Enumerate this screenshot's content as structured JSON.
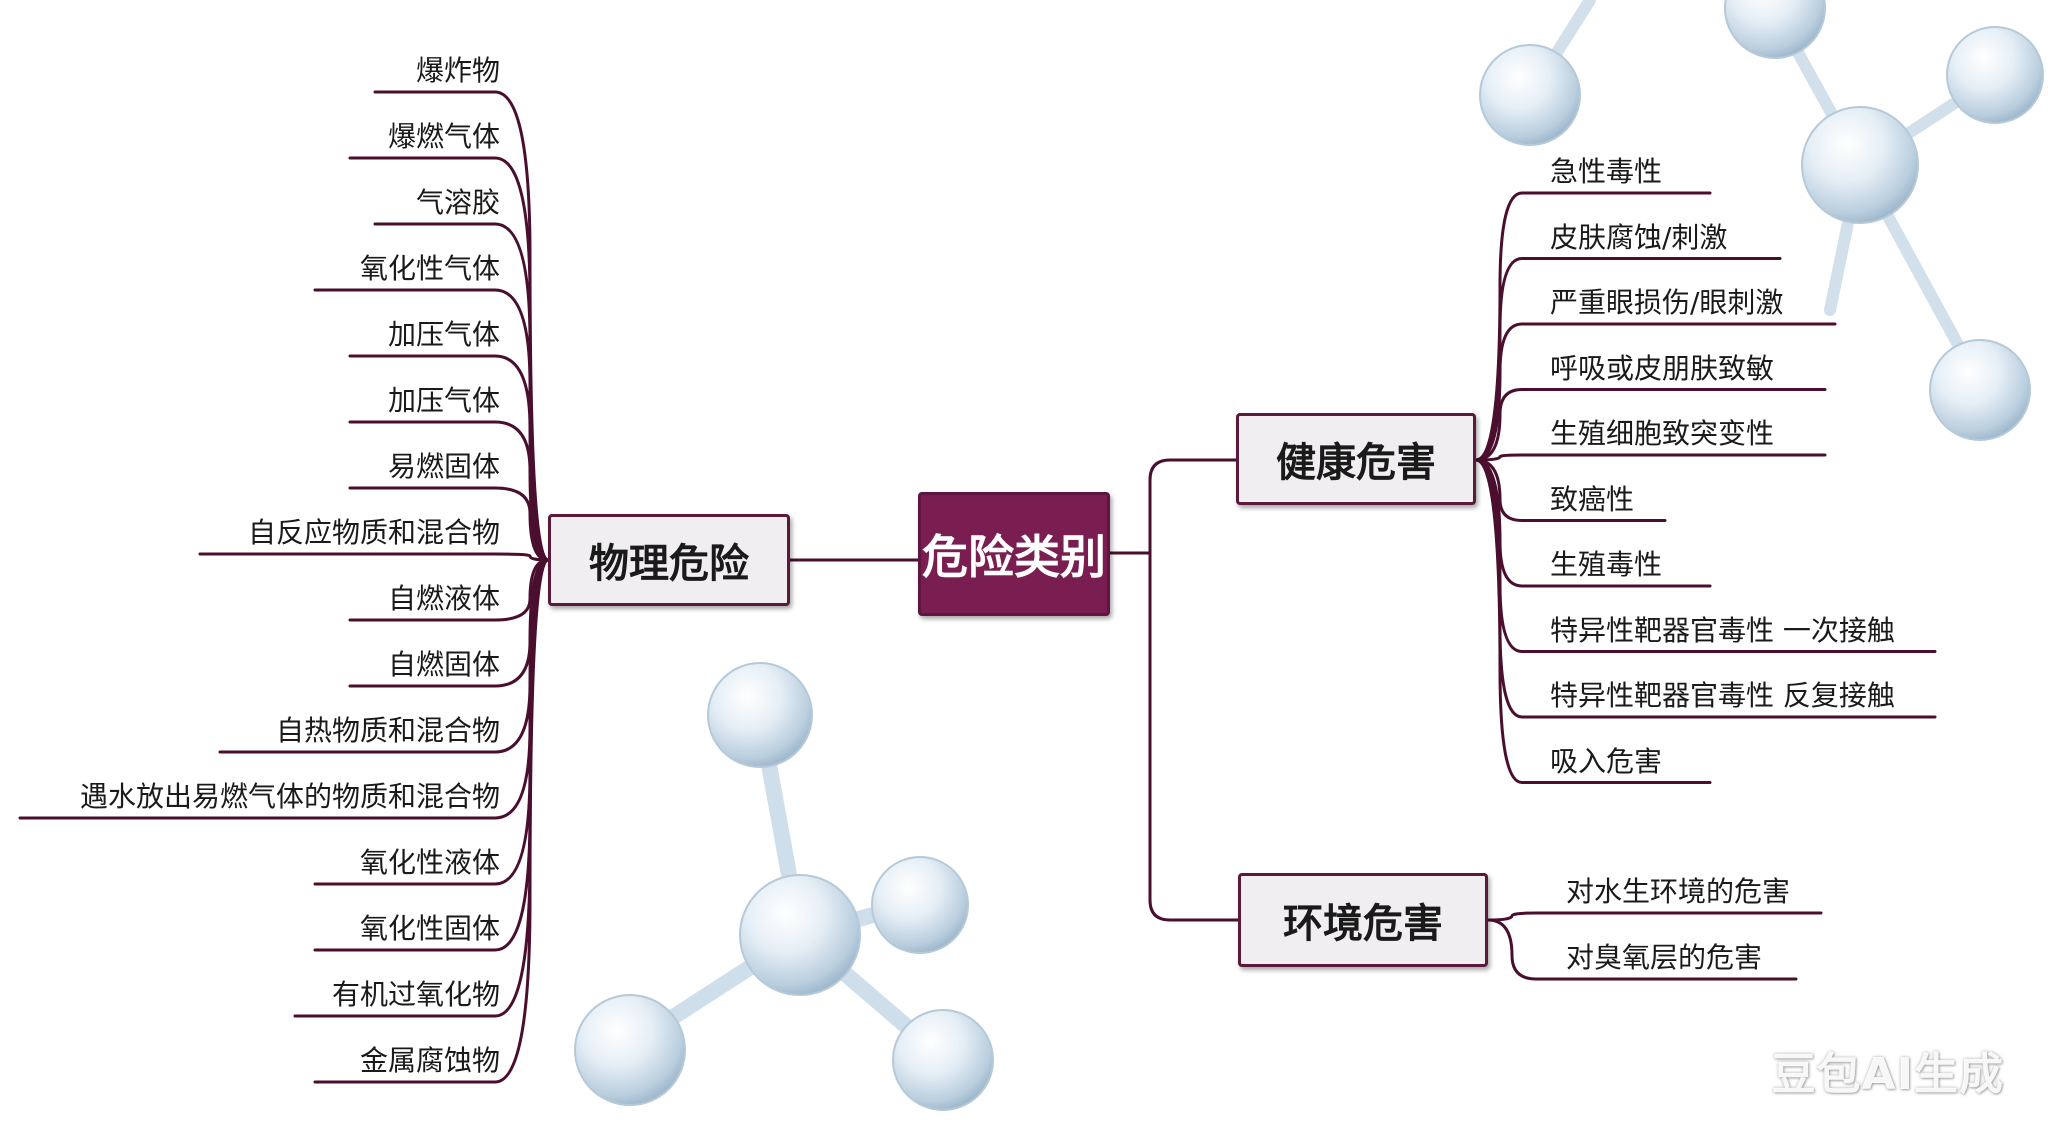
{
  "root": {
    "label": "危险类别"
  },
  "physical": {
    "label": "物理危险",
    "items": [
      "爆炸物",
      "爆燃气体",
      "气溶胶",
      "氧化性气体",
      "加压气体",
      "加压气体",
      "易燃固体",
      "自反应物质和混合物",
      "自燃液体",
      "自燃固体",
      "自热物质和混合物",
      "遇水放出易燃气体的物质和混合物",
      "氧化性液体",
      "氧化性固体",
      "有机过氧化物",
      "金属腐蚀物"
    ]
  },
  "health": {
    "label": "健康危害",
    "items": [
      "急性毒性",
      "皮肤腐蚀/刺激",
      "严重眼损伤/眼刺激",
      "呼吸或皮朋肤致敏",
      "生殖细胞致突变性",
      "致癌性",
      "生殖毒性",
      "特异性靶器官毒性 一次接触",
      "特异性靶器官毒性 反复接触",
      "吸入危害"
    ]
  },
  "environment": {
    "label": "环境危害",
    "items": [
      "对水生环境的危害",
      "对臭氧层的危害"
    ]
  },
  "watermark": "豆包AI生成",
  "colors": {
    "branch_line": "#4a0f2e",
    "root_fill": "#7a1e52",
    "box_fill": "#f1eef2",
    "box_border": "#5a1a3c",
    "molecule": "#c9dbe8"
  },
  "icons": {
    "molecule_top_right": "molecule-decoration",
    "molecule_bottom": "molecule-decoration"
  }
}
